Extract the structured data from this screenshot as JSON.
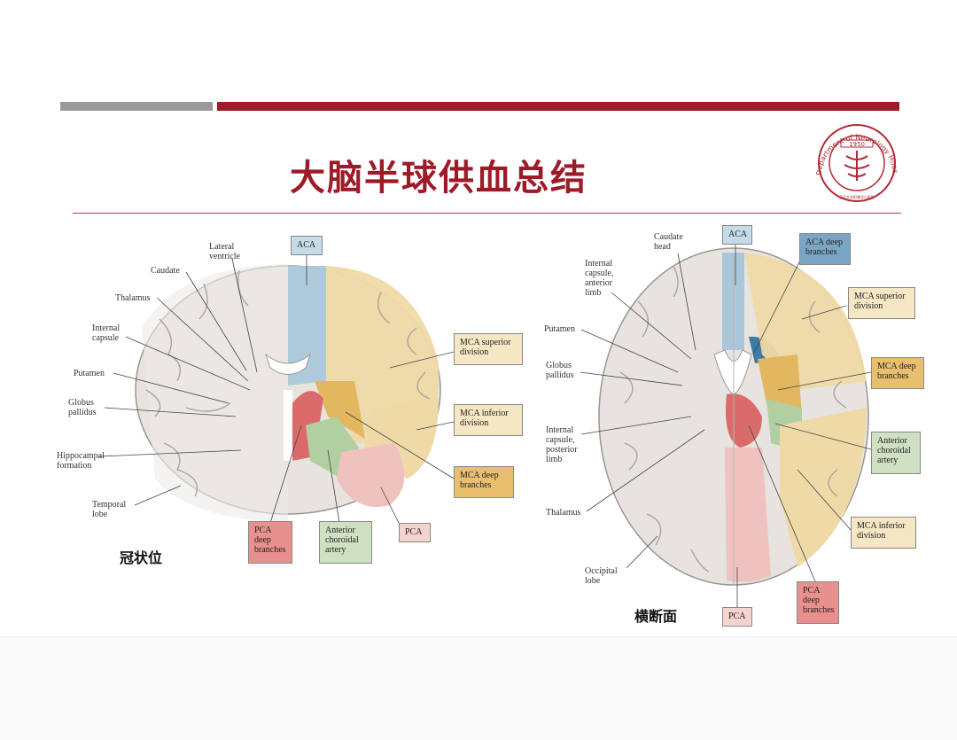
{
  "title": "大脑半球供血总结",
  "logo": {
    "year": "1950",
    "ring_text": "Department of Neurology Huashan Hospital",
    "sub_text": "复旦大学附属华山医院"
  },
  "colors": {
    "brand_red": "#9e1a28",
    "aca": "#9fc0d6",
    "mca_superior": "#ecd7a2",
    "mca_deep": "#e6be6c",
    "mca_inferior": "#ecd7a2",
    "pca": "#efc7c4",
    "pca_deep": "#db6f6f",
    "anterior_choroidal": "#b8d1a9"
  },
  "coronal": {
    "caption": "冠状位",
    "labels": {
      "lateral_ventricle": "Lateral ventricle",
      "caudate": "Caudate",
      "thalamus": "Thalamus",
      "internal_capsule": "Internal capsule",
      "putamen": "Putamen",
      "globus_pallidus": "Globus pallidus",
      "hippocampal_formation": "Hippocampal formation",
      "temporal_lobe": "Temporal lobe"
    },
    "boxes": {
      "aca": "ACA",
      "mca_superior": "MCA superior division",
      "mca_inferior": "MCA inferior division",
      "mca_deep": "MCA deep branches",
      "pca_deep": "PCA deep branches",
      "anterior_choroidal": "Anterior choroidal artery",
      "pca": "PCA"
    }
  },
  "axial": {
    "caption": "横断面",
    "labels": {
      "caudate_head": "Caudate head",
      "internal_capsule_anterior": "Internal capsule, anterior limb",
      "putamen": "Putamen",
      "globus_pallidus": "Globus pallidus",
      "internal_capsule_posterior": "Internal capsule, posterior limb",
      "thalamus": "Thalamus",
      "occipital_lobe": "Occipital lobe"
    },
    "boxes": {
      "aca": "ACA",
      "aca_deep": "ACA deep branches",
      "mca_superior": "MCA superior division",
      "mca_deep": "MCA deep branches",
      "anterior_choroidal": "Anterior choroidal artery",
      "mca_inferior": "MCA inferior division",
      "pca_deep": "PCA deep branches",
      "pca": "PCA"
    }
  }
}
